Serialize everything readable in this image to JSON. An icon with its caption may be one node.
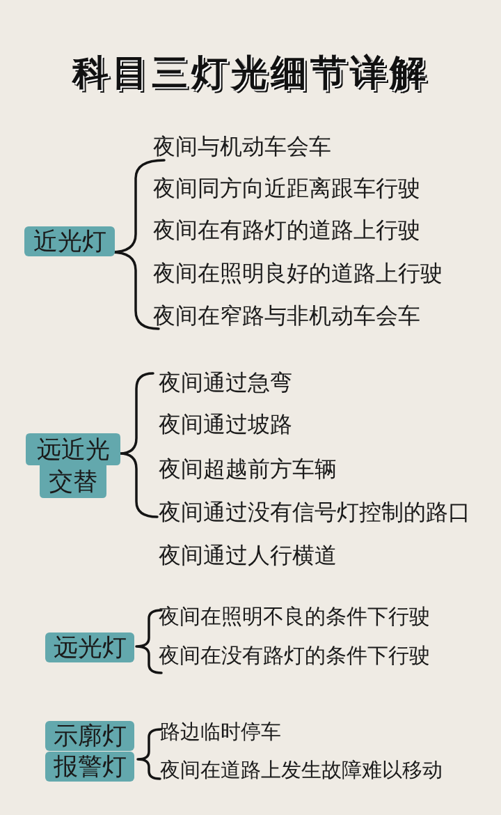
{
  "diagram": {
    "title": "科目三灯光细节详解",
    "nodes": [
      {
        "text": [
          "近光灯"
        ]
      },
      {
        "text": [
          "远近光交替"
        ]
      },
      {
        "text": [
          "远光灯"
        ]
      },
      {
        "text": [
          "示廓灯"
        ]
      },
      {
        "text": [
          "报警灯"
        ]
      }
    ],
    "labels": [
      "夜间与机动车会车",
      "夜间同方向近距离跟车行驶",
      "夜间在有路灯的道路上行驶",
      "夜间在照明良好的道路上行驶",
      "夜间在窄路与非机动车会车",
      "夜间通过急弯",
      "夜间通过坡路",
      "夜间超越前方车辆",
      "夜间通过没有信号灯控制的路口",
      "夜间通过人行横道",
      "夜间在照明不良的条件下行驶",
      "夜间在没有路灯的条件下行驶",
      "路边临时停车",
      "夜间在道路上发生故障难以移动"
    ]
  }
}
